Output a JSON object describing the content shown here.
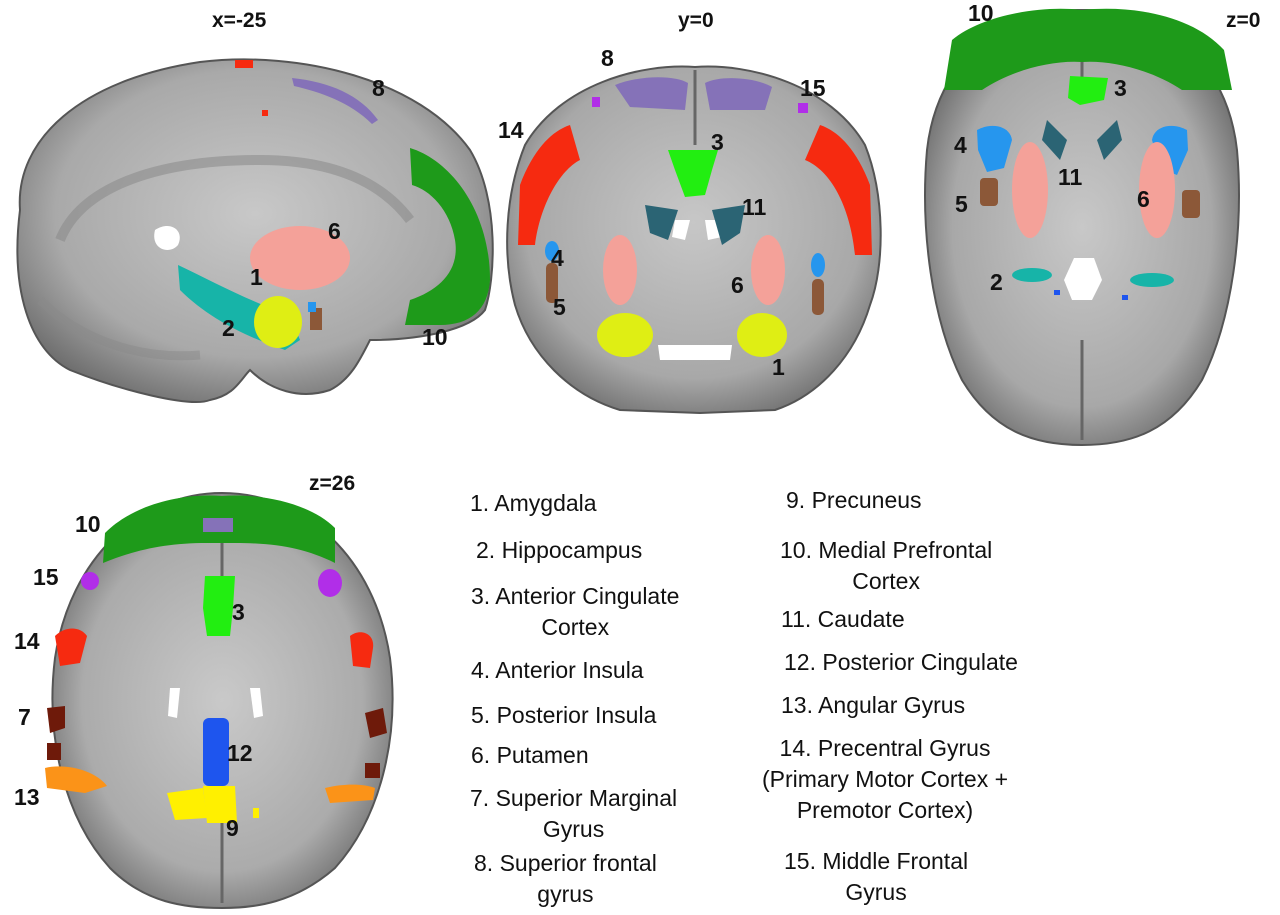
{
  "panels": {
    "sagittal": {
      "coord": "x=-25"
    },
    "coronal": {
      "coord": "y=0"
    },
    "axial_low": {
      "coord": "z=0"
    },
    "axial_high": {
      "coord": "z=26"
    }
  },
  "region_numbers": {
    "sagittal": [
      "8",
      "6",
      "1",
      "2",
      "10"
    ],
    "coronal": [
      "8",
      "15",
      "14",
      "3",
      "11",
      "4",
      "5",
      "6",
      "1"
    ],
    "axial_low": [
      "10",
      "3",
      "4",
      "5",
      "11",
      "6",
      "2"
    ],
    "axial_high": [
      "10",
      "15",
      "3",
      "14",
      "7",
      "12",
      "13",
      "9"
    ]
  },
  "legend": [
    {
      "lines": [
        "1. Amygdala"
      ]
    },
    {
      "lines": [
        "2. Hippocampus"
      ]
    },
    {
      "lines": [
        "3. Anterior Cingulate",
        "Cortex"
      ]
    },
    {
      "lines": [
        "4. Anterior Insula"
      ]
    },
    {
      "lines": [
        "5. Posterior Insula"
      ]
    },
    {
      "lines": [
        "6. Putamen"
      ]
    },
    {
      "lines": [
        "7. Superior Marginal",
        "Gyrus"
      ]
    },
    {
      "lines": [
        "8. Superior frontal",
        "gyrus"
      ]
    },
    {
      "lines": [
        "9. Precuneus"
      ]
    },
    {
      "lines": [
        "10. Medial Prefrontal",
        "Cortex"
      ]
    },
    {
      "lines": [
        "11. Caudate"
      ]
    },
    {
      "lines": [
        "12. Posterior Cingulate"
      ]
    },
    {
      "lines": [
        "13. Angular Gyrus"
      ]
    },
    {
      "lines": [
        "14. Precentral Gyrus",
        "(Primary Motor Cortex +",
        "Premotor Cortex)"
      ]
    },
    {
      "lines": [
        "15. Middle Frontal",
        "Gyrus"
      ]
    }
  ],
  "region_colors": {
    "1": "#dfee14",
    "2": "#17b4a8",
    "3": "#22ee11",
    "4": "#2696ee",
    "5": "#8c5838",
    "6": "#f4a199",
    "7": "#6e1a0a",
    "8": "#8572b8",
    "9": "#fff000",
    "10": "#1e9a1a",
    "11": "#2b6474",
    "12": "#1e55ee",
    "13": "#fb9318",
    "14": "#f62a10",
    "15": "#b12ee8"
  }
}
